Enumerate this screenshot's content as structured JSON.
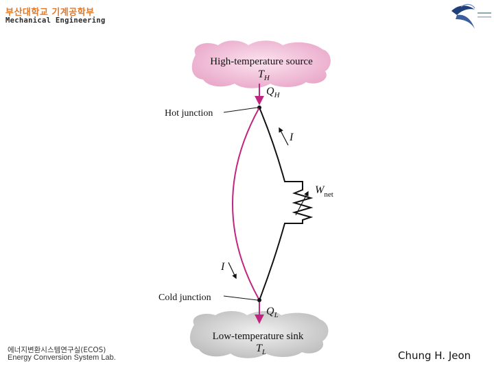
{
  "header": {
    "university_kr": "부산대학교 기계공학부",
    "department_en": "Mechanical Engineering"
  },
  "diagram": {
    "source_label": "High-temperature source",
    "source_temp": "T",
    "source_temp_sub": "H",
    "heat_in": "Q",
    "heat_in_sub": "H",
    "hot_junction": "Hot junction",
    "current_top": "I",
    "work_label": "W",
    "work_sub": "net",
    "current_bottom": "I",
    "cold_junction": "Cold junction",
    "heat_out": "Q",
    "heat_out_sub": "L",
    "sink_label": "Low-temperature sink",
    "sink_temp": "T",
    "sink_temp_sub": "L",
    "colors": {
      "source_cloud": "#efb6d4",
      "sink_cloud": "#cfcfcf",
      "magenta_wire": "#c0257f",
      "black_wire": "#111111"
    }
  },
  "footer": {
    "lab_kr": "에너지변환시스템연구실(ECOS)",
    "lab_en": "Energy Conversion System Lab.",
    "author": "Chung H. Jeon"
  }
}
